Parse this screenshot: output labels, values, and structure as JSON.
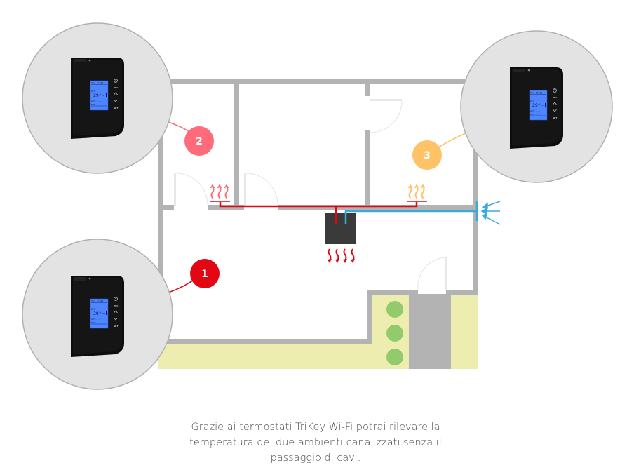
{
  "caption": {
    "line1": "Grazie ai termostati TriKey Wi-Fi potrai rilevare la",
    "line2": "temperatura dei due ambienti canalizzati senza il",
    "line3": "passaggio di cavi."
  },
  "colors": {
    "wall": "#b3b3b3",
    "zone1": "#e30613",
    "zone2": "#ff6b78",
    "zone3": "#ffc266",
    "fresh_air": "#3aa9e0",
    "unit": "#3a3a3a",
    "garden": "#ecedaf",
    "plant": "#93cb6c",
    "path": "#b3b3b3",
    "lens_bg": "#e3e3e3",
    "lens_border": "#b0b0b0"
  },
  "zones": [
    {
      "id": "1",
      "label": "1"
    },
    {
      "id": "2",
      "label": "2"
    },
    {
      "id": "3",
      "label": "3"
    }
  ],
  "thermostat": {
    "screen_time": "Thu 17:00",
    "screen_status": "OFF",
    "screen_temp": "29°",
    "screen_setpoint": "20°",
    "buttons": [
      "ESC",
      "^",
      "v",
      "SET"
    ]
  },
  "icons": {
    "power": "power-icon",
    "heat": "heat-waves-icon",
    "fresh_air": "air-intake-arrows-icon"
  }
}
